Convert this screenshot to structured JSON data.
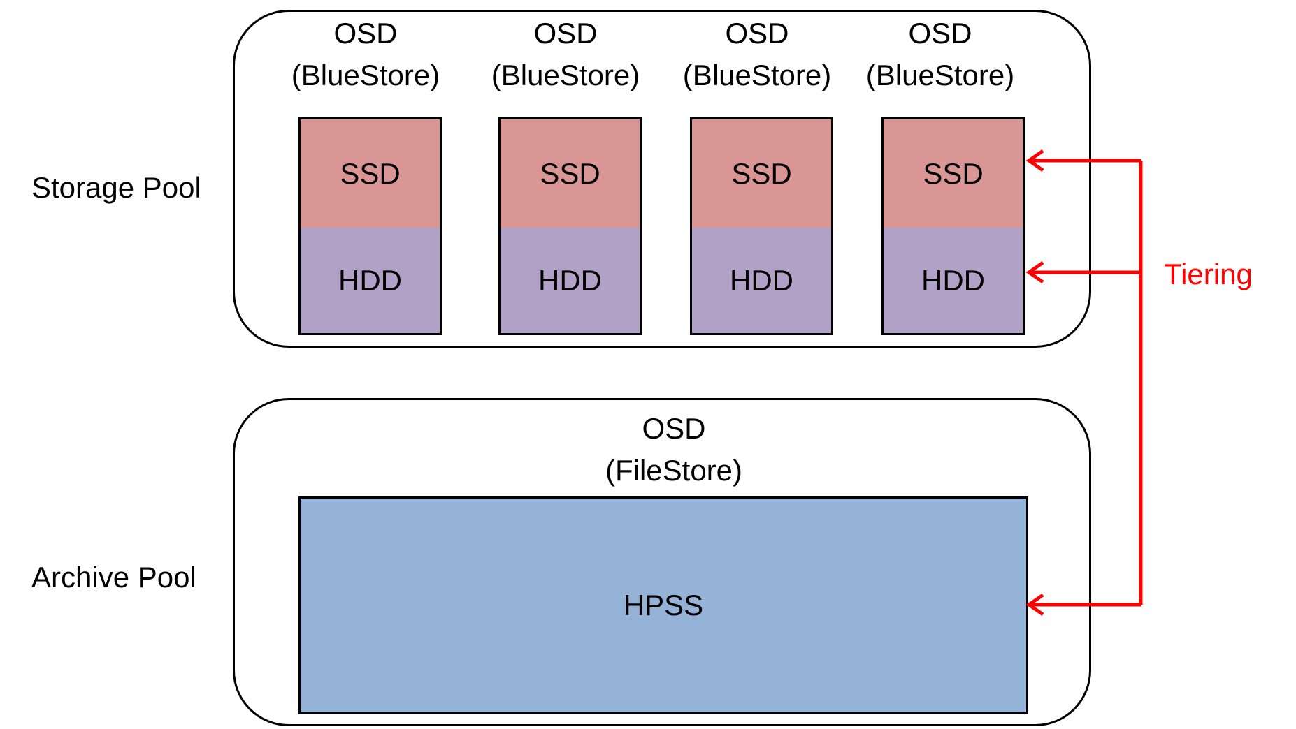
{
  "pools": {
    "storage": {
      "label": "Storage Pool",
      "osds": [
        {
          "title": "OSD",
          "type": "(BlueStore)",
          "ssd": "SSD",
          "hdd": "HDD"
        },
        {
          "title": "OSD",
          "type": "(BlueStore)",
          "ssd": "SSD",
          "hdd": "HDD"
        },
        {
          "title": "OSD",
          "type": "(BlueStore)",
          "ssd": "SSD",
          "hdd": "HDD"
        },
        {
          "title": "OSD",
          "type": "(BlueStore)",
          "ssd": "SSD",
          "hdd": "HDD"
        }
      ]
    },
    "archive": {
      "label": "Archive Pool",
      "osd": {
        "title": "OSD",
        "type": "(FileStore)",
        "media": "HPSS"
      }
    }
  },
  "tiering": {
    "label": "Tiering",
    "color": "#ff0000"
  },
  "colors": {
    "ssd": "#d99694",
    "hdd": "#b2a1c7",
    "hpss": "#95b3d7"
  }
}
